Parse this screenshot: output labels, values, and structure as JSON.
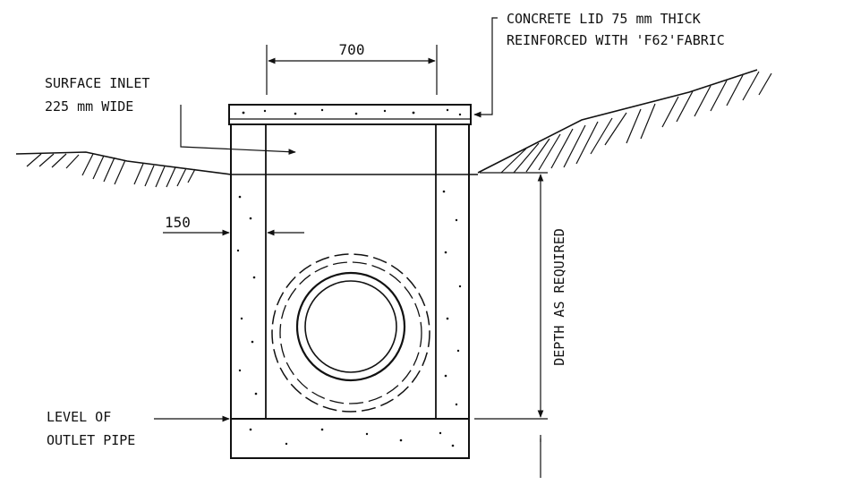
{
  "labels": {
    "lid_line1": "CONCRETE LID 75 mm THICK",
    "lid_line2": "REINFORCED WITH 'F62'FABRIC",
    "dim_top": "700",
    "inlet_line1": "SURFACE INLET",
    "inlet_line2": "225 mm WIDE",
    "dim_wall": "150",
    "depth": "DEPTH AS REQUIRED",
    "outlet_line1": "LEVEL OF",
    "outlet_line2": "OUTLET PIPE"
  },
  "colors": {
    "ink": "#111111",
    "background": "#ffffff"
  }
}
